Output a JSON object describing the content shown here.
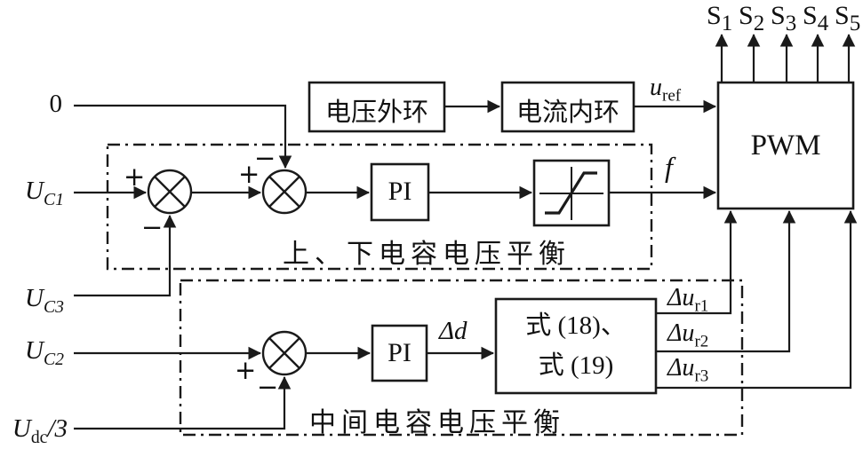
{
  "outputs": [
    {
      "base": "S",
      "sub": "1"
    },
    {
      "base": "S",
      "sub": "2"
    },
    {
      "base": "S",
      "sub": "3"
    },
    {
      "base": "S",
      "sub": "4"
    },
    {
      "base": "S",
      "sub": "5"
    }
  ],
  "inputs": {
    "zero": {
      "text": "0"
    },
    "uc1": {
      "base": "U",
      "sub": "C1"
    },
    "uc3": {
      "base": "U",
      "sub": "C3"
    },
    "uc2": {
      "base": "U",
      "sub": "C2"
    },
    "udc": {
      "base": "U",
      "sub": "dc",
      "suffix": "/3"
    }
  },
  "blocks": {
    "voltage_outer": "电压外环",
    "current_inner": "电流内环",
    "pwm": "PWM",
    "pi_upper": "PI",
    "pi_middle": "PI",
    "formula_line1": "式 (18)、",
    "formula_line2": "式 (19)"
  },
  "signals": {
    "u_ref": {
      "base": "u",
      "sub": "ref"
    },
    "f": {
      "text": "f"
    },
    "delta_d": {
      "text": "Δd"
    },
    "du_r1": {
      "base": "Δu",
      "sub": "r1"
    },
    "du_r2": {
      "base": "Δu",
      "sub": "r2"
    },
    "du_r3": {
      "base": "Δu",
      "sub": "r3"
    }
  },
  "regions": {
    "upper_label": "上、下电容电压平衡",
    "middle_label": "中间电容电压平衡"
  },
  "signs": {
    "plus": "+",
    "minus": "−"
  },
  "colors": {
    "line": "#1a1a1a",
    "background": "#ffffff"
  }
}
